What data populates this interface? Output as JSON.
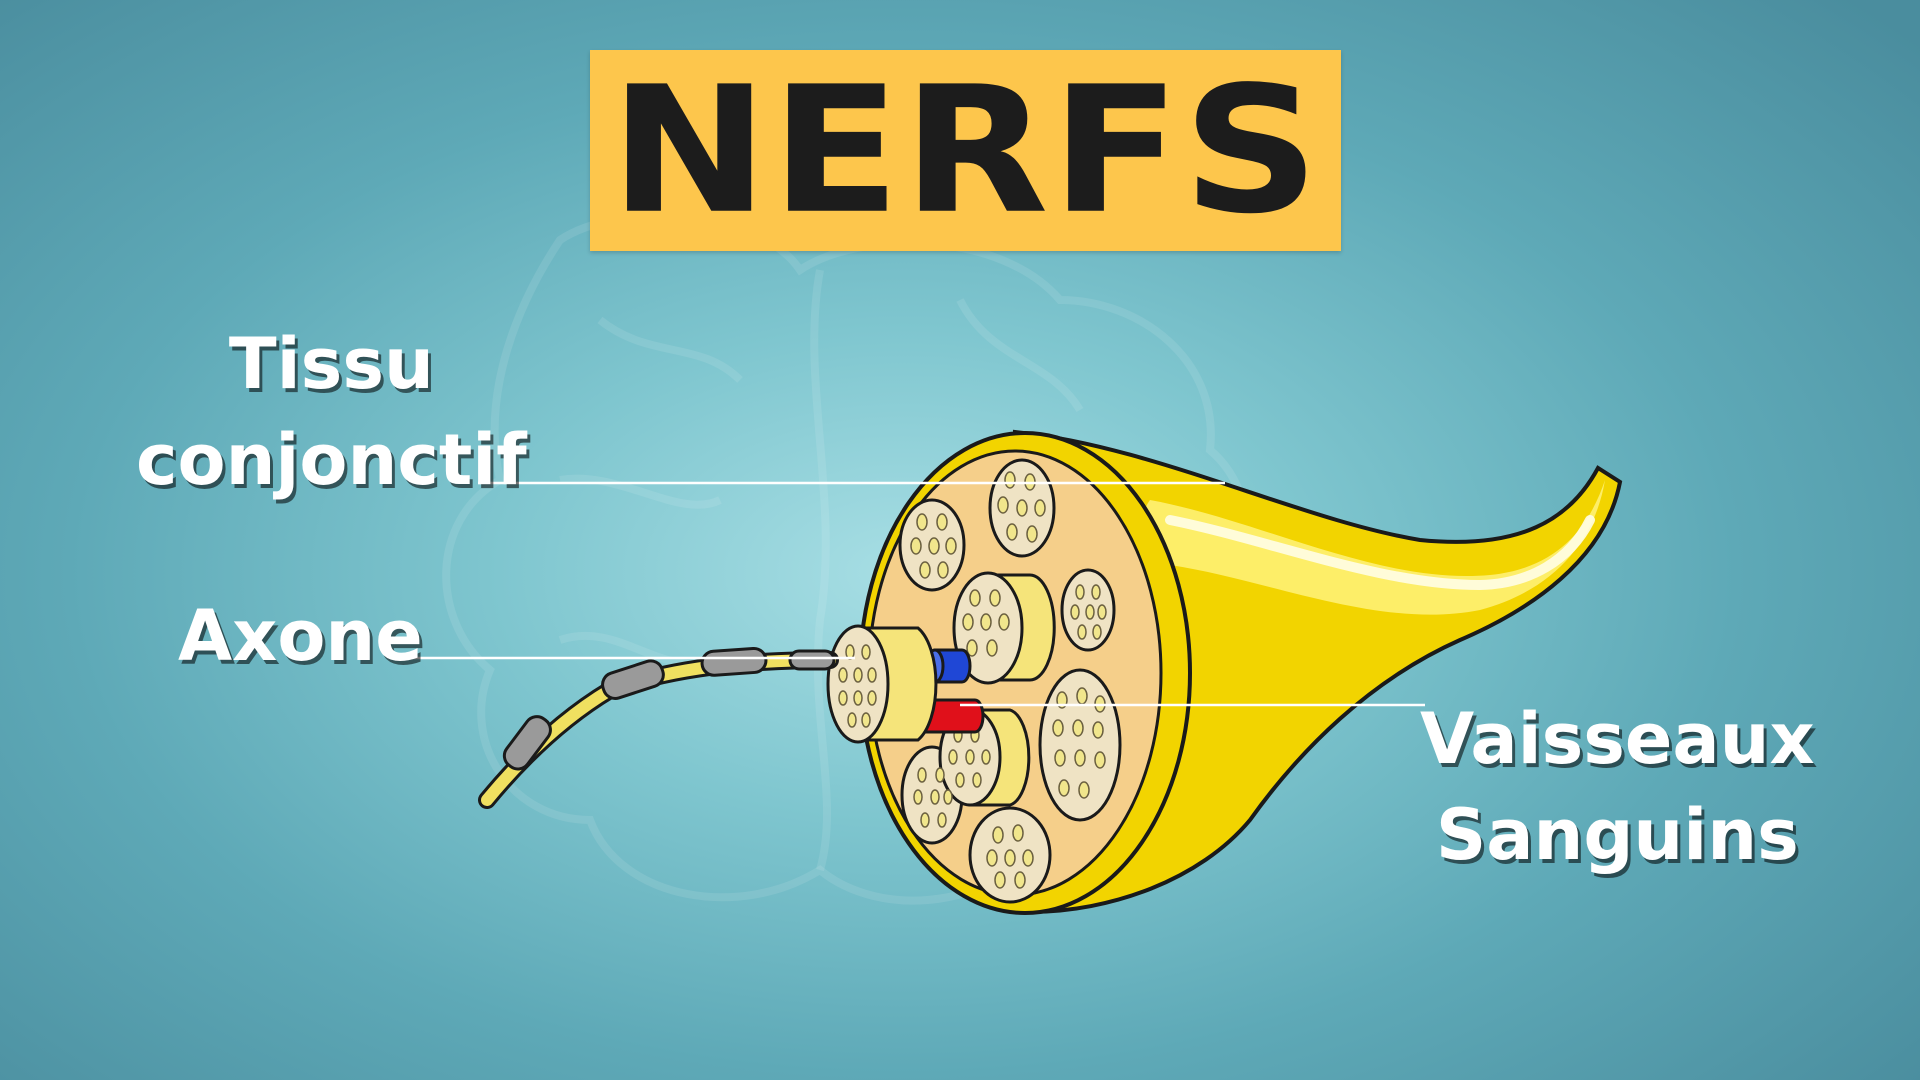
{
  "title": "NERFS",
  "labels": {
    "connective_tissue_line1": "Tissu",
    "connective_tissue_line2": "conjonctif",
    "axon": "Axone",
    "vessels_line1": "Vaisseaux",
    "vessels_line2": "Sanguins"
  },
  "colors": {
    "background": "#6fbcc7",
    "title_box": "#fdc64c",
    "title_text": "#1c1c1c",
    "nerve_sheath": "#f2d400",
    "nerve_interior": "#f5cf8a",
    "fascicle": "#efe3c4",
    "vein": "#1f47d6",
    "artery": "#e0101a",
    "label_text": "#ffffff"
  }
}
